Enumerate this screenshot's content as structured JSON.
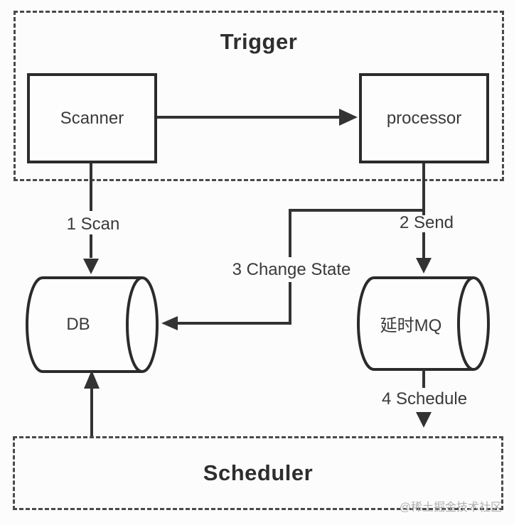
{
  "diagram": {
    "background_color": "#fcfcfc",
    "line_color": "#333333",
    "box_border_color": "#2b2b2b",
    "dashed_border_color": "#4a4a4a",
    "text_color": "#3a3a3a",
    "watermark_color": "#b0b0b0"
  },
  "groups": {
    "trigger": {
      "label": "Trigger"
    },
    "scheduler": {
      "label": "Scheduler"
    }
  },
  "nodes": {
    "scanner": {
      "label": "Scanner",
      "shape": "rectangle"
    },
    "processor": {
      "label": "processor",
      "shape": "rectangle"
    },
    "db": {
      "label": "DB",
      "shape": "cylinder"
    },
    "delay_mq": {
      "label": "延时MQ",
      "shape": "cylinder"
    }
  },
  "edges": {
    "scanner_to_processor": {
      "label": "",
      "from": "scanner",
      "to": "processor"
    },
    "scan": {
      "label": "1 Scan",
      "from": "scanner",
      "to": "db"
    },
    "send": {
      "label": "2 Send",
      "from": "processor",
      "to": "delay_mq"
    },
    "change_state": {
      "label": "3 Change State",
      "from": "processor",
      "to": "db"
    },
    "schedule": {
      "label": "4 Schedule",
      "from": "delay_mq",
      "to": "scheduler"
    },
    "scheduler_to_db": {
      "label": "",
      "from": "scheduler",
      "to": "db"
    }
  },
  "watermark": {
    "text": "@稀土掘金技术社区"
  }
}
